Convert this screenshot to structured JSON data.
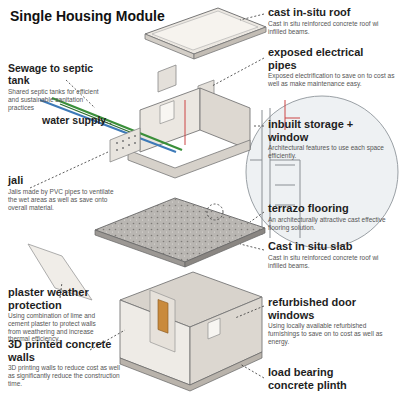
{
  "diagram": {
    "title": "Single Housing Module",
    "labels": [
      "cast in-situ roof",
      "Cast in situ reinforced concrete roof wi infilled beams.",
      "Sewage to septic tank",
      "Shared septic tanks for efficient and sustainable sanitation practices",
      "exposed electrical pipes",
      "Exposed electrification to save on to cost as well as make maintenance easy.",
      "water supply",
      "inbuilt storage + window",
      "Architectural features to use each space efficiently.",
      "jali",
      "Jalis made by PVC pipes to ventilate the wet areas as well as save onto overall material.",
      "terrazo flooring",
      "An architecturally attractive cast effective flooring solution.",
      "Cast in situ slab",
      "Cast in situ reinforced concrete roof wi infilled beams.",
      "plaster weather protection",
      "Using combination of lime and cement plaster to protect walls from weathering and increase thermal efficiency.",
      "refurbished door windows",
      "Using locally available refurbished furnishings to save on to cost as well as energy.",
      "3D printed concrete walls",
      "3D printing walls to reduce cost as well as significantly reduce the construction time.",
      "load bearing concrete plinth"
    ]
  }
}
